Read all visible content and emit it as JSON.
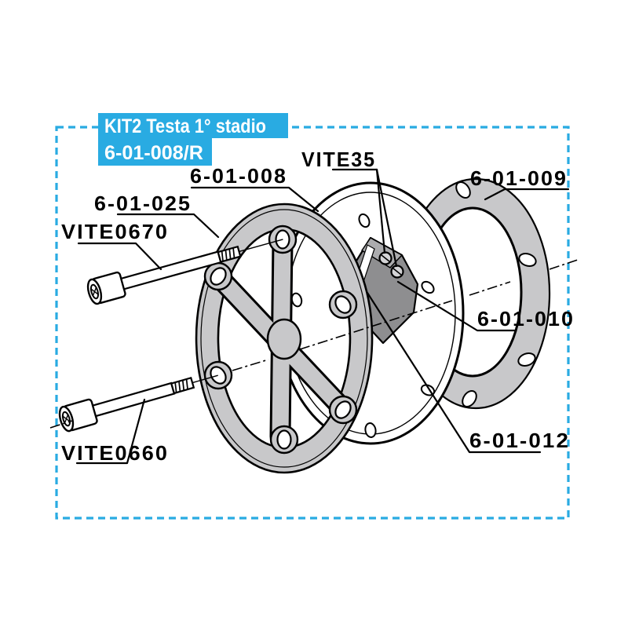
{
  "title_box": {
    "line1": "KIT2 Testa 1° stadio",
    "line2": "6-01-008/R"
  },
  "part_labels": {
    "head": "6-01-008",
    "cover": "6-01-025",
    "bolt_long": "VITE0670",
    "valve_screws": "VITE35",
    "gasket": "6-01-009",
    "valve_plate": "6-01-010",
    "reed_valve": "6-01-012",
    "bolt_short": "VITE0660"
  },
  "colors": {
    "accent": "#29ABE2",
    "part_grey": "#C8C8CA",
    "dark_grey": "#8E8E90",
    "bevel_grey": "#ACACAE",
    "screw_grey": "#D4D4D6",
    "line": "#000000",
    "title_text": "#FFFFFF"
  }
}
